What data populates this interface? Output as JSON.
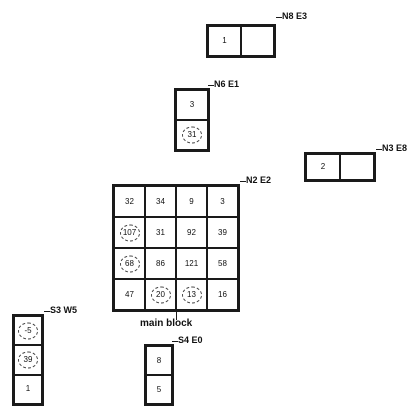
{
  "blocks": {
    "n8e3": {
      "label": "N8 E3",
      "cells": [
        "1",
        ""
      ]
    },
    "n6e1": {
      "label": "N6 E1",
      "cells": [
        "3",
        "31"
      ]
    },
    "n3e8": {
      "label": "N3 E8",
      "cells": [
        "2",
        ""
      ]
    },
    "n2e2": {
      "label": "N2 E2",
      "cells": [
        "32",
        "34",
        "9",
        "3",
        "107",
        "31",
        "92",
        "39",
        "68",
        "86",
        "121",
        "58",
        "47",
        "20",
        "13",
        "16"
      ]
    },
    "s3w5": {
      "label": "S3 W5",
      "cells": [
        "-5",
        "39",
        "1"
      ]
    },
    "s4e0": {
      "label": "S4 E0",
      "cells": [
        "8",
        "5"
      ]
    }
  },
  "main_block_caption": "main block"
}
